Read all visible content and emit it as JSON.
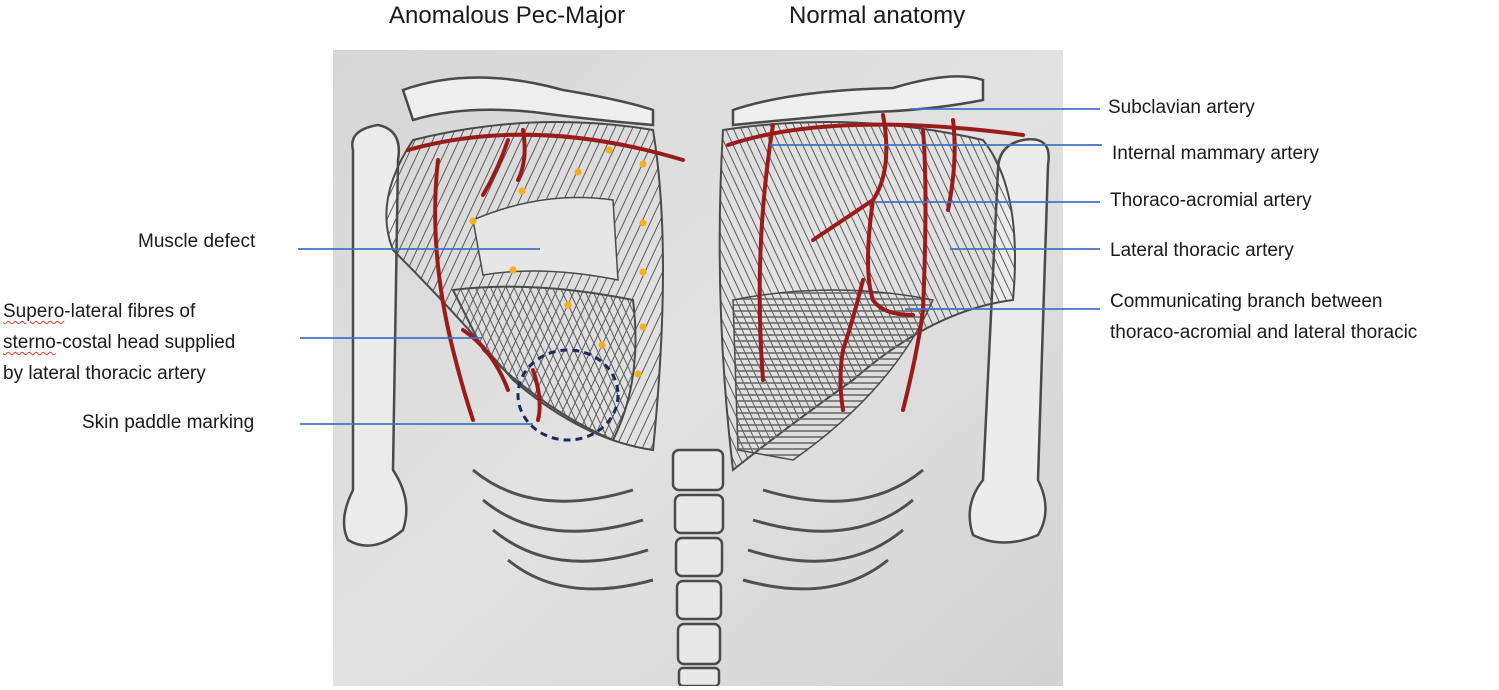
{
  "titles": {
    "left": "Anomalous Pec-Major",
    "right": "Normal anatomy"
  },
  "labels_right": {
    "subclavian": "Subclavian artery",
    "internal_mammary": "Internal mammary artery",
    "thoraco_acromial": "Thoraco-acromial artery",
    "lateral_thoracic": "Lateral thoracic artery",
    "communicating_line1": "Communicating branch between",
    "communicating_line2": "thoraco-acromial and lateral thoracic"
  },
  "labels_left": {
    "muscle_defect": "Muscle defect",
    "supero_lateral_1_a": "Supero",
    "supero_lateral_1_b": "-lateral fibres of",
    "supero_lateral_2_a": "sterno",
    "supero_lateral_2_b": "-costal head supplied",
    "supero_lateral_3": "by lateral thoracic artery",
    "skin_paddle": "Skin paddle marking"
  },
  "colors": {
    "leader_line": "#4472c4",
    "artery": "#9b1b1b",
    "marker_dot": "#f5b021",
    "skin_paddle": "#1f2a5a",
    "paper": "#dcdcdc",
    "pencil": "#555555"
  }
}
